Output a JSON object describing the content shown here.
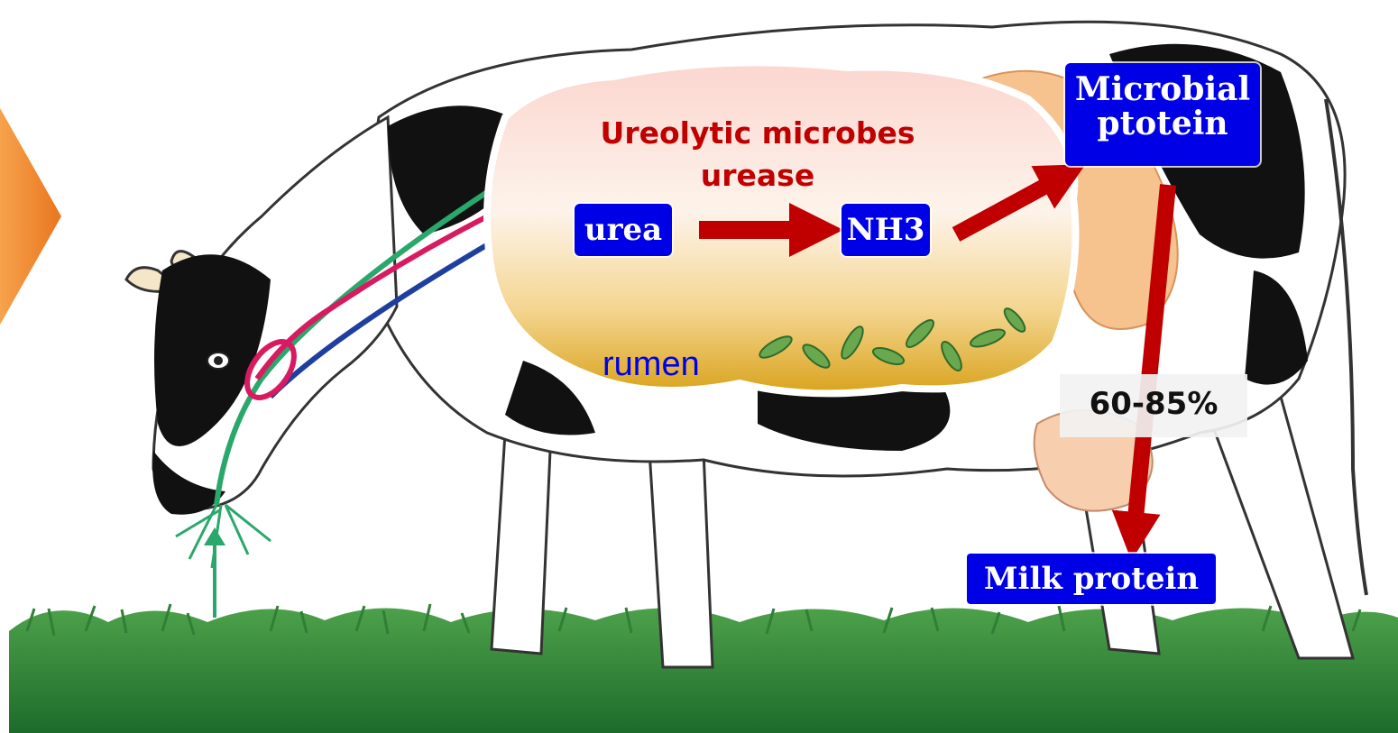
{
  "labels": {
    "microbes_line1": "Ureolytic microbes",
    "microbes_line2": "urease",
    "urea": "urea",
    "nh3": "NH3",
    "microbial_protein": "Microbial ptotein",
    "rumen": "rumen",
    "percentage": "60-85%",
    "milk_protein": "Milk protein"
  },
  "colors": {
    "arrow": "#c00000",
    "label_box": "#0000e6",
    "label_text": "#ffffff",
    "heading_text": "#c00000",
    "rumen_text": "#0000e6",
    "grass": "#2e8b3a",
    "side_chevron": "#f08a3a"
  }
}
